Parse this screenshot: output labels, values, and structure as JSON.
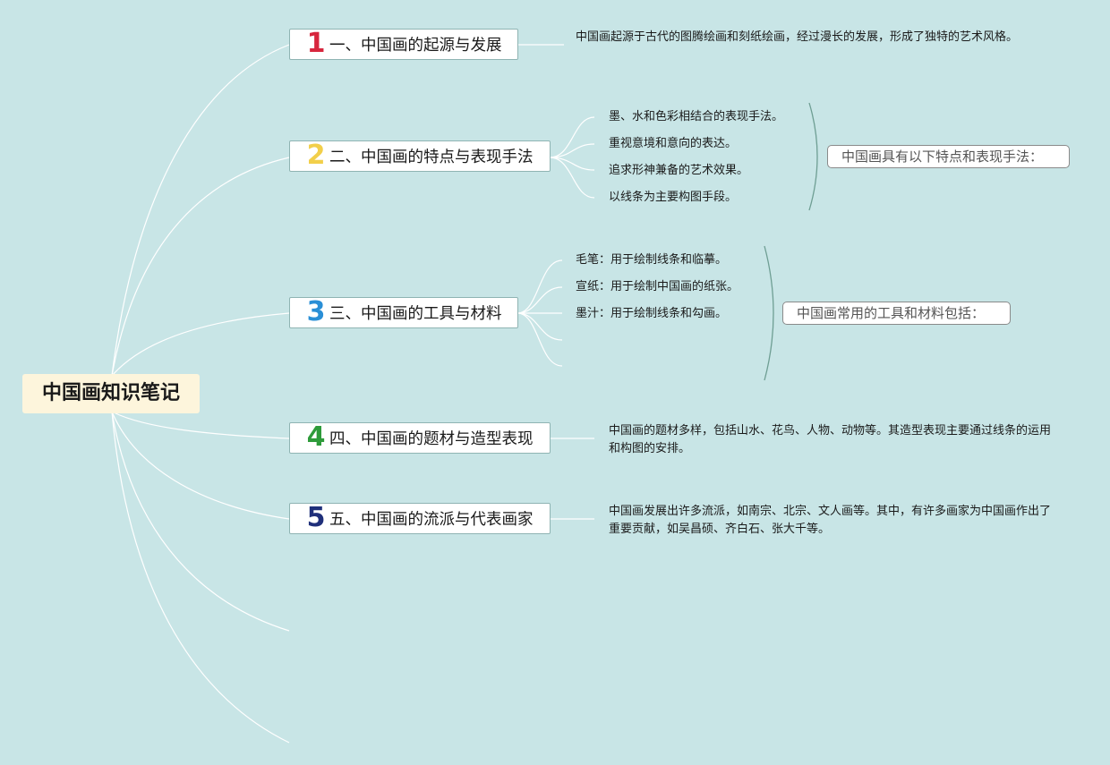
{
  "root": {
    "title": "中国画知识笔记"
  },
  "colors": {
    "background": "#c8e5e6",
    "root_fill": "#fdf5dc",
    "connector": "#ffffff",
    "brace": "#6e9e93"
  },
  "topics": [
    {
      "num": "1",
      "num_color": "#d7263d",
      "label": "一、中国画的起源与发展",
      "text": "中国画起源于古代的图腾绘画和刻纸绘画，经过漫长的发展，形成了独特的艺术风格。"
    },
    {
      "num": "2",
      "num_color": "#f2cf4a",
      "label": "二、中国画的特点与表现手法",
      "items": [
        "墨、水和色彩相结合的表现手法。",
        "重视意境和意向的表达。",
        "追求形神兼备的艺术效果。",
        "以线条为主要构图手段。"
      ],
      "summary": "中国画具有以下特点和表现手法："
    },
    {
      "num": "3",
      "num_color": "#2a8fd6",
      "label": "三、中国画的工具与材料",
      "items": [
        "毛笔：用于绘制线条和临摹。",
        "宣纸：用于绘制中国画的纸张。",
        "墨汁：用于绘制线条和勾画。"
      ],
      "summary": "中国画常用的工具和材料包括："
    },
    {
      "num": "4",
      "num_color": "#2e9b3a",
      "label": "四、中国画的题材与造型表现",
      "text": "中国画的题材多样，包括山水、花鸟、人物、动物等。其造型表现主要通过线条的运用和构图的安排。"
    },
    {
      "num": "5",
      "num_color": "#1f2f7a",
      "label": "五、中国画的流派与代表画家",
      "text": "中国画发展出许多流派，如南宗、北宗、文人画等。其中，有许多画家为中国画作出了重要贡献，如吴昌硕、齐白石、张大千等。"
    }
  ]
}
